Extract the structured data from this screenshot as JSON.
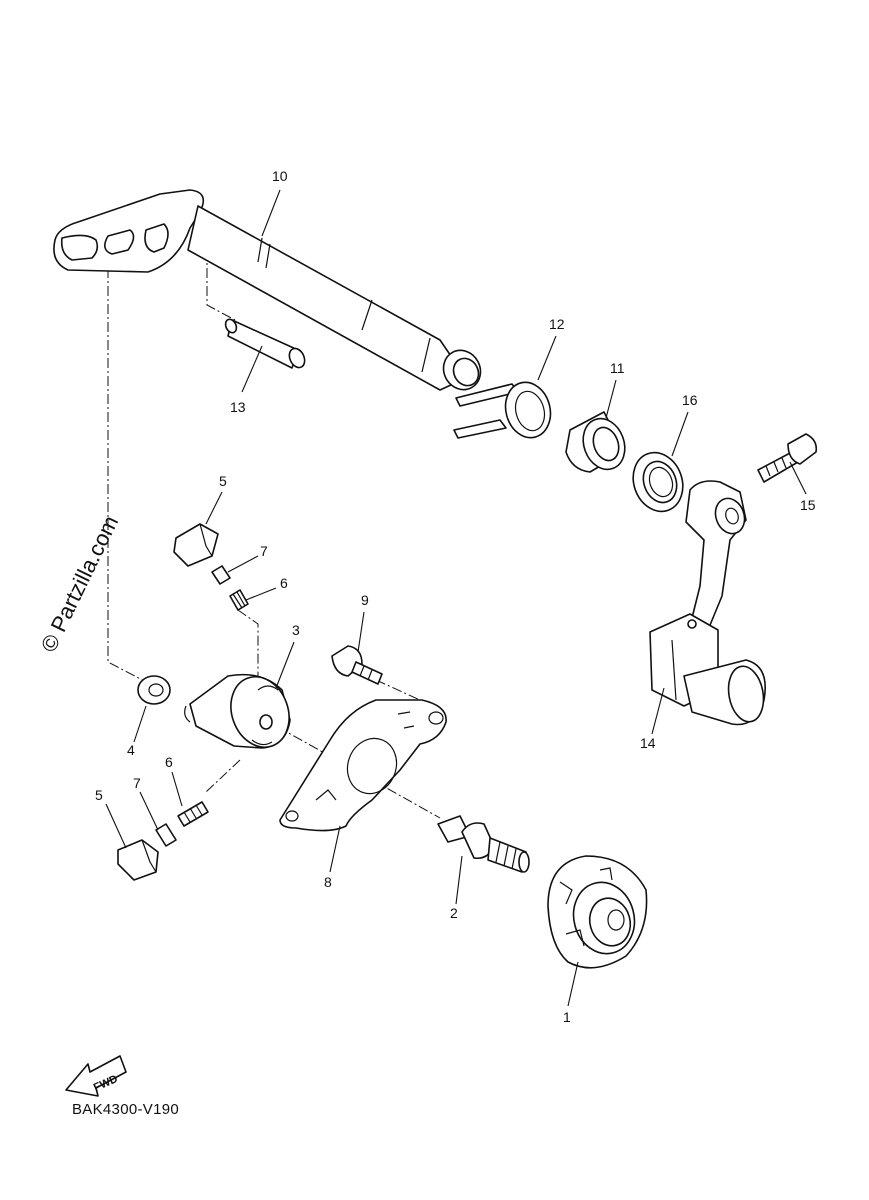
{
  "diagram_code": "BAK4300-V190",
  "watermark": "© Partzilla.com",
  "fwd_label": "FWD",
  "callouts": {
    "c1": "1",
    "c2": "2",
    "c3": "3",
    "c4": "4",
    "c5a": "5",
    "c5b": "5",
    "c6a": "6",
    "c6b": "6",
    "c7a": "7",
    "c7b": "7",
    "c8": "8",
    "c9": "9",
    "c10": "10",
    "c11": "11",
    "c12": "12",
    "c13": "13",
    "c14": "14",
    "c15": "15",
    "c16": "16"
  }
}
